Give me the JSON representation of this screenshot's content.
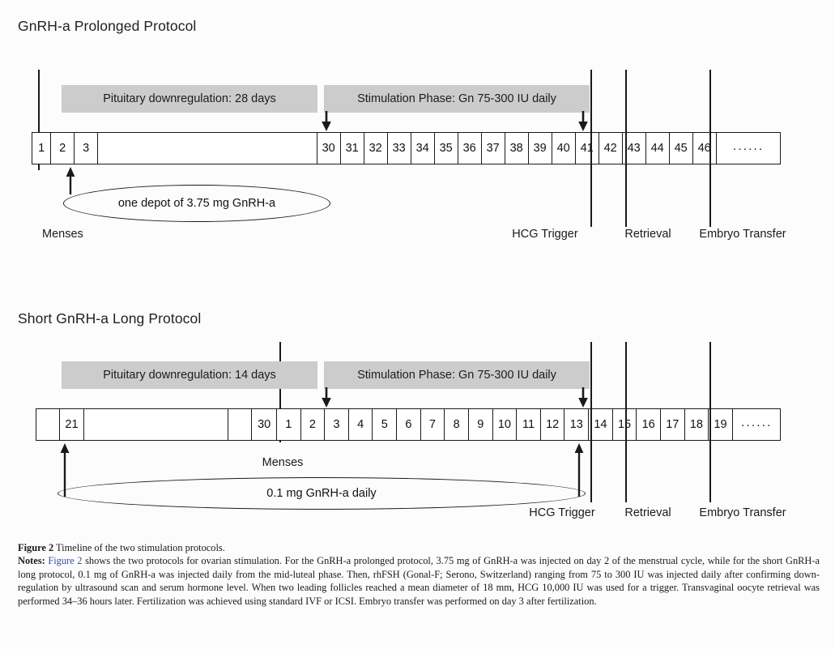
{
  "figure": {
    "protocol_a": {
      "title": "GnRH-a Prolonged Protocol",
      "downreg_label": "Pituitary downregulation: 28 days",
      "stim_label": "Stimulation Phase: Gn 75-300 IU daily",
      "cells": [
        "1",
        "2",
        "3",
        "",
        "30",
        "31",
        "32",
        "33",
        "34",
        "35",
        "36",
        "37",
        "38",
        "39",
        "40",
        "41",
        "42",
        "43",
        "44",
        "45",
        "46",
        "······"
      ],
      "callout": "one depot of 3.75 mg GnRH-a",
      "menses_label": "Menses",
      "events": [
        "HCG Trigger",
        "Retrieval",
        "Embryo Transfer"
      ]
    },
    "protocol_b": {
      "title": "Short GnRH-a Long Protocol",
      "downreg_label": "Pituitary downregulation: 14 days",
      "stim_label": "Stimulation Phase: Gn 75-300 IU daily",
      "cells": [
        "",
        "21",
        "",
        "",
        "30",
        "1",
        "2",
        "3",
        "4",
        "5",
        "6",
        "7",
        "8",
        "9",
        "10",
        "11",
        "12",
        "13",
        "14",
        "15",
        "16",
        "17",
        "18",
        "19",
        "······"
      ],
      "callout": "0.1 mg GnRH-a daily",
      "menses_label": "Menses",
      "events": [
        "HCG Trigger",
        "Retrieval",
        "Embryo Transfer"
      ]
    },
    "colors": {
      "phase_bar": "#cccccc",
      "line": "#1a1a1a",
      "background": "#fcfcfc",
      "link": "#3b4fa0"
    }
  },
  "caption": {
    "figure_label": "Figure 2",
    "figure_title": "Timeline of the two stimulation protocols.",
    "notes_label": "Notes:",
    "notes_link": "Figure 2",
    "notes_body": " shows the two protocols for ovarian stimulation. For the GnRH-a prolonged protocol, 3.75 mg of GnRH-a was injected on day 2 of the menstrual cycle, while for the short GnRH-a long protocol, 0.1 mg of GnRH-a was injected daily from the mid-luteal phase. Then, rhFSH (Gonal-F; Serono, Switzerland) ranging from 75 to 300 IU was injected daily after confirming down-regulation by ultrasound scan and serum hormone level. When two leading follicles reached a mean diameter of 18 mm, HCG 10,000 IU was used for a trigger. Transvaginal oocyte retrieval was performed 34–36 hours later. Fertilization was achieved using standard IVF or ICSI. Embryo transfer was performed on day 3 after fertilization."
  }
}
